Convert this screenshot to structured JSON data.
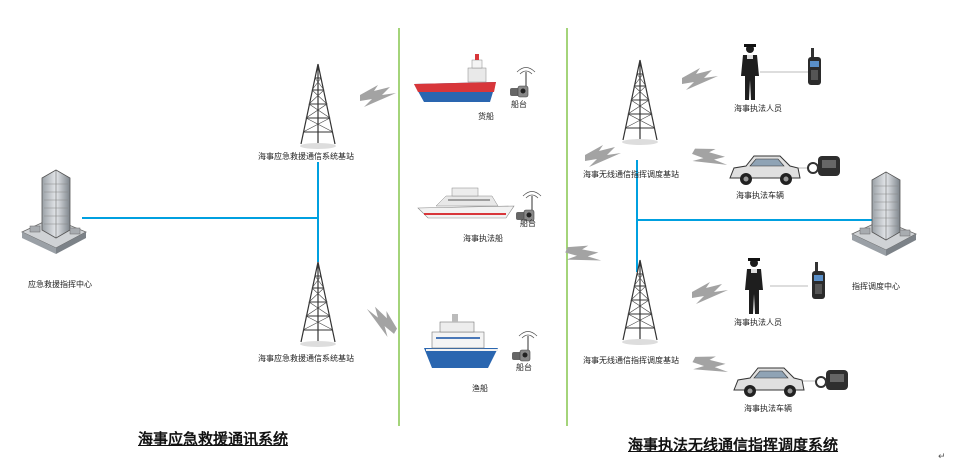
{
  "labels": {
    "emergency_center": "应急救援指挥中心",
    "emergency_station_top": "海事应急救援通信系统基站",
    "emergency_station_bottom": "海事应急救援通信系统基站",
    "cargo_ship": "货船",
    "patrol_ship": "海事执法船",
    "fishing_boat": "渔船",
    "ship_radio_1": "船台",
    "ship_radio_2": "船台",
    "ship_radio_3": "船台",
    "wireless_station_top": "海事无线通信指挥调度基站",
    "wireless_station_bottom": "海事无线通信指挥调度基站",
    "officer_top": "海事执法人员",
    "vehicle_top": "海事执法车辆",
    "officer_bottom": "海事执法人员",
    "vehicle_bottom": "海事执法车辆",
    "dispatch_center": "指挥调度中心"
  },
  "titles": {
    "left": "海事应急救援通讯系统",
    "right": "海事执法无线通信指挥调度系统"
  },
  "return_mark": "↵",
  "icons": [
    "building-icon",
    "tower-icon",
    "lightning-link-icon",
    "ship-icon",
    "radio-icon",
    "police-officer-icon",
    "walkie-talkie-icon",
    "car-icon"
  ],
  "colors": {
    "link_line": "#00a0e0",
    "divider": "#7dc242",
    "lightning": "#9a9a9a",
    "hull_red": "#d8363a",
    "hull_blue": "#2a66b0"
  }
}
